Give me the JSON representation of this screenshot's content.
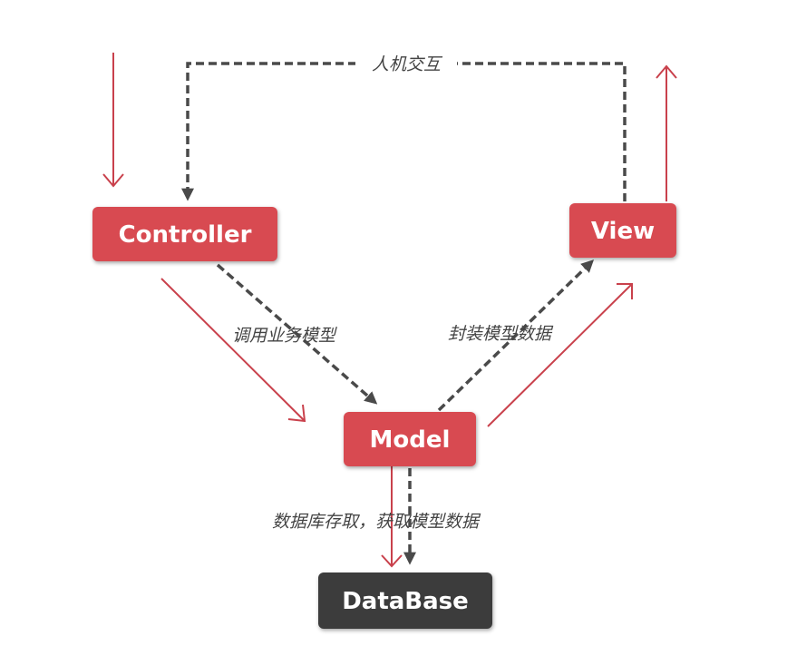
{
  "colors": {
    "node_red": "#d84a51",
    "node_dark": "#3c3c3c",
    "flow_red": "#c9414c",
    "dash_gray": "#4a4a4a",
    "label_text": "#444444"
  },
  "nodes": {
    "controller": {
      "label": "Controller"
    },
    "view": {
      "label": "View"
    },
    "model": {
      "label": "Model"
    },
    "database": {
      "label": "DataBase"
    }
  },
  "edges": {
    "interaction": {
      "label": "人机交互"
    },
    "controller_to_model": {
      "label": "调用业务模型"
    },
    "model_to_view": {
      "label": "封装模型数据"
    },
    "model_to_database": {
      "label": "数据库存取，获取模型数据"
    }
  }
}
